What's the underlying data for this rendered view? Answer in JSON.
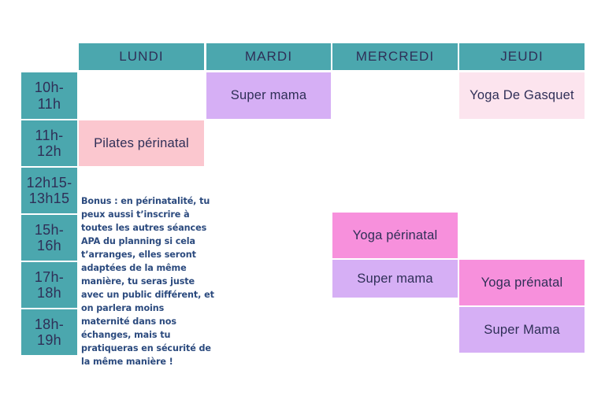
{
  "schedule": {
    "corner_label": "",
    "days": [
      {
        "id": "lundi",
        "label": "LUNDI"
      },
      {
        "id": "mardi",
        "label": "MARDI"
      },
      {
        "id": "mercredi",
        "label": "MERCREDI"
      },
      {
        "id": "jeudi",
        "label": "JEUDI"
      }
    ],
    "time_slots": [
      {
        "id": "slot-10-11",
        "label": "10h-\n11h"
      },
      {
        "id": "slot-11-12",
        "label": "11h-\n12h"
      },
      {
        "id": "slot-1215-1315",
        "label": "12h15-\n13h15"
      },
      {
        "id": "slot-15-16",
        "label": "15h-\n16h"
      },
      {
        "id": "slot-17-18",
        "label": "17h-\n18h"
      },
      {
        "id": "slot-18-19",
        "label": "18h-\n19h"
      }
    ],
    "entries": [
      {
        "id": "mardi-10-11",
        "label": "Super mama",
        "day": "mardi",
        "slot": "slot-10-11",
        "color": "#d6aff5"
      },
      {
        "id": "jeudi-10-11",
        "label": "Yoga De Gasquet",
        "day": "jeudi",
        "slot": "slot-10-11",
        "color": "#fce4ee"
      },
      {
        "id": "lundi-11-12",
        "label": "Pilates périnatal",
        "day": "lundi",
        "slot": "slot-11-12",
        "color": "#fbc7cf"
      },
      {
        "id": "mercredi-15-16",
        "label": "Yoga périnatal",
        "day": "mercredi",
        "slot": "slot-15-16",
        "color": "#f790dc"
      },
      {
        "id": "mercredi-17-18",
        "label": "Super mama",
        "day": "mercredi",
        "slot": "slot-17-18",
        "color": "#d6aff5"
      },
      {
        "id": "jeudi-17-18",
        "label": "Yoga prénatal",
        "day": "jeudi",
        "slot": "slot-17-18",
        "color": "#f790dc"
      },
      {
        "id": "jeudi-18-19",
        "label": "Super Mama",
        "day": "jeudi",
        "slot": "slot-18-19",
        "color": "#d6aff5"
      }
    ],
    "bonus_note": "Bonus : en périnatalité, tu peux aussi t’inscrire à toutes les autres séances APA du planning si cela t’arranges, elles seront adaptées de la même manière, tu seras juste avec un public différent, et on parlera moins maternité dans nos échanges, mais tu pratiqueras en sécurité de la même manière !",
    "colors": {
      "header_teal": "#4ba7ae",
      "text_navy": "#2f2f57",
      "note_blue": "#2b4a7e",
      "pink_soft": "#fbc7cf",
      "pink_pale": "#fce4ee",
      "pink_bright": "#f790dc",
      "lavender": "#d6aff5",
      "background": "#ffffff"
    }
  }
}
